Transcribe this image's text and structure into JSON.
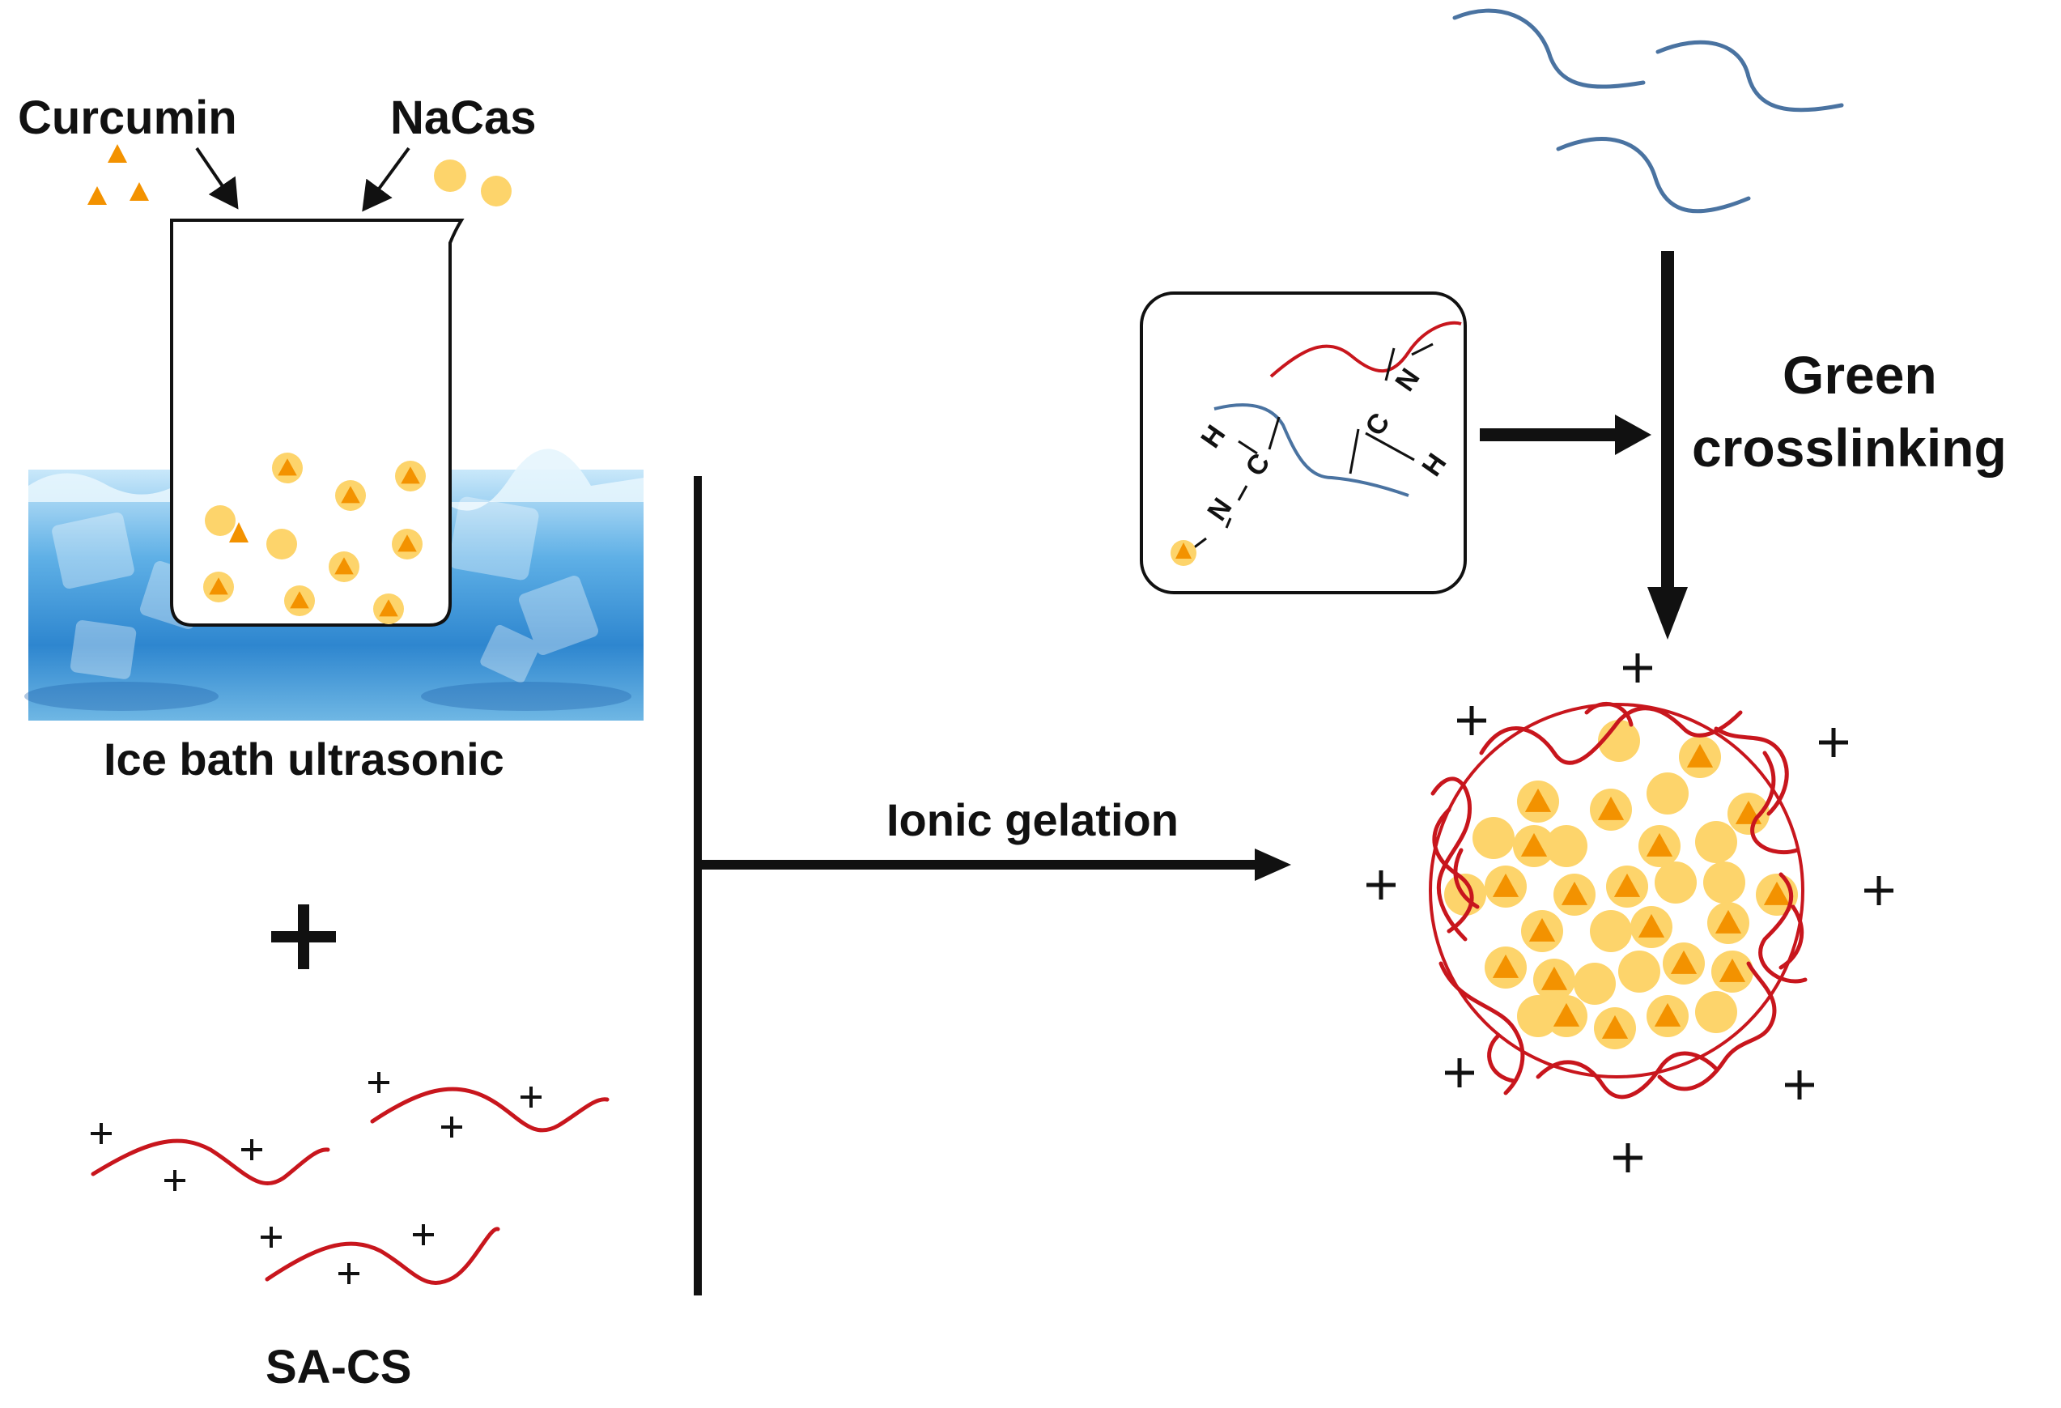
{
  "labels": {
    "curcumin": "Curcumin",
    "nacas": "NaCas",
    "ice_bath": "Ice bath ultrasonic",
    "plus_sign": "+",
    "sa_cs": "SA-CS",
    "ionic_gelation": "Ionic gelation",
    "green_line1": "Green",
    "green_line2": "crosslinking"
  },
  "inset_chem": {
    "h_left": "H",
    "c_left": "C",
    "n_left": "N",
    "h_right": "H",
    "c_right": "C",
    "n_right": "N"
  },
  "colors": {
    "curcumin": "#f39200",
    "nacas": "#fdd46b",
    "chitosan": "#c8161d",
    "alginate": "#4a73a1",
    "ink": "#111111"
  }
}
